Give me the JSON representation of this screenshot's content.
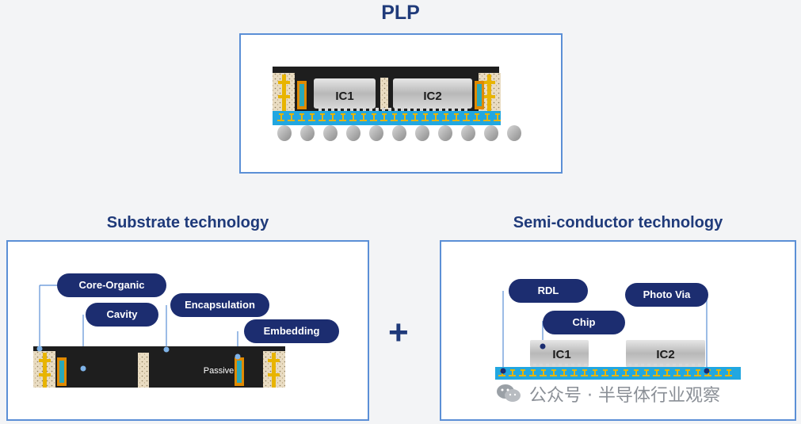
{
  "plp": {
    "title": "PLP",
    "ic1": "IC1",
    "ic2": "IC2"
  },
  "substrate": {
    "title": "Substrate technology",
    "labels": {
      "core_organic": "Core-Organic",
      "cavity": "Cavity",
      "encapsulation": "Encapsulation",
      "embedding": "Embedding",
      "passive": "Passive"
    }
  },
  "semiconductor": {
    "title": "Semi-conductor technology",
    "labels": {
      "rdl": "RDL",
      "photo_via": "Photo Via",
      "chip": "Chip"
    },
    "ic1": "IC1",
    "ic2": "IC2"
  },
  "plus_sign": "+",
  "watermark": "公众号 · 半导体行业观察",
  "colors": {
    "title": "#1f3a7a",
    "panel_border": "#5b8fd6",
    "pill": "#1c2d70",
    "mold": "#1e1e1e",
    "rdl": "#22a7e0",
    "copper": "#e8b400",
    "die_gray": "#c9c9c9"
  }
}
